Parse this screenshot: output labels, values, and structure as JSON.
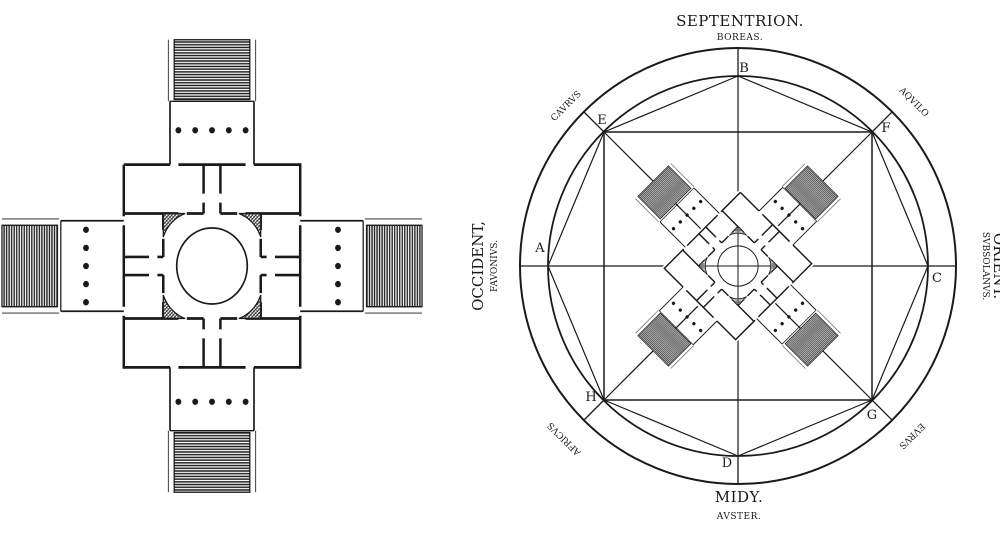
{
  "compass": {
    "north": "SEPTENTRION.",
    "north_sub": "BOREAS.",
    "south": "MIDY.",
    "south_sub": "AVSTER.",
    "west": "OCCIDENT,",
    "west_sub": "FAVONIVS.",
    "east_sub": "SVBSOLANVS.",
    "east": "ORIENT.",
    "nw": "CAVRVS",
    "ne": "AQVILO",
    "sw": "AFRICVS",
    "se": "EVRVS"
  },
  "points": {
    "A": "A",
    "B": "B",
    "C": "C",
    "D": "D",
    "E": "E",
    "F": "F",
    "G": "G",
    "H": "H"
  },
  "colors": {
    "ink": "#1a1a1a",
    "paper": "#ffffff"
  }
}
